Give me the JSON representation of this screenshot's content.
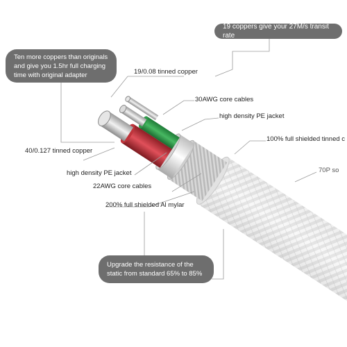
{
  "callouts": {
    "coppers_transit": "19 coppers give your 27M/s transit rate",
    "charging": "Ten more coppers than originals and give you 1.5hr full charging time with original adapter",
    "resistance": "Upgrade the resistance of the static from standard 65% to 85%"
  },
  "labels": {
    "tinned_19": "19/0.08 tinned copper",
    "awg30": "30AWG core cables",
    "pe_jacket_top": "high density PE jacket",
    "shielded_tinned": "100% full shielded tinned c",
    "tinned_40": "40/0.127 tinned copper",
    "pe_jacket_bottom": "high density PE jacket",
    "awg22": "22AWG core cables",
    "mylar": "200% full shielded Al mylar",
    "braid": "70P so"
  },
  "colors": {
    "bubble": "#6e6e6e",
    "green_jacket": "#2f9a4a",
    "red_jacket": "#c0343b",
    "lines": "#9a9a9a"
  }
}
